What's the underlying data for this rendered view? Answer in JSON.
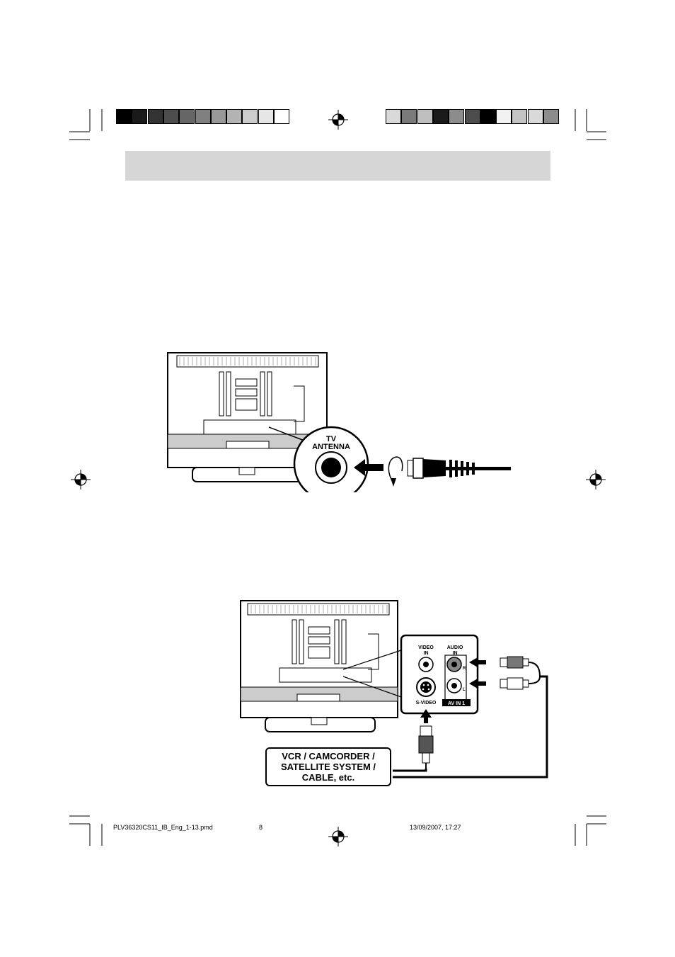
{
  "print_marks": {
    "left_swatches": [
      "#000000",
      "#1a1a1a",
      "#333333",
      "#4d4d4d",
      "#666666",
      "#808080",
      "#999999",
      "#b3b3b3",
      "#cccccc",
      "#e6e6e6",
      "#ffffff"
    ],
    "right_swatches": [
      "#d9d9d9",
      "#7a7a7a",
      "#bfbfbf",
      "#1a1a1a",
      "#8c8c8c",
      "#4d4d4d",
      "#000000",
      "#f2f2f2",
      "#c4c4c4",
      "#d9d9d9",
      "#8c8c8c"
    ],
    "registration_icon": "crosshair-circle-icon"
  },
  "header_band": {
    "color": "#d6d6d6"
  },
  "antenna_diagram": {
    "callout_line1": "TV",
    "callout_line2": "ANTENNA"
  },
  "av_diagram": {
    "video_in_line1": "VIDEO",
    "video_in_line2": "IN",
    "audio_in_line1": "AUDIO",
    "audio_in_line2": "IN",
    "r_label": "R",
    "l_label": "L",
    "svideo_label": "S-VIDEO",
    "av_in_label": "AV IN 1",
    "source_line1": "VCR / CAMCORDER /",
    "source_line2": "SATELLITE SYSTEM /",
    "source_line3": "CABLE, etc."
  },
  "footer": {
    "filename": "PLV36320CS11_IB_Eng_1-13.pmd",
    "page": "8",
    "datetime": "13/09/2007, 17:27"
  }
}
